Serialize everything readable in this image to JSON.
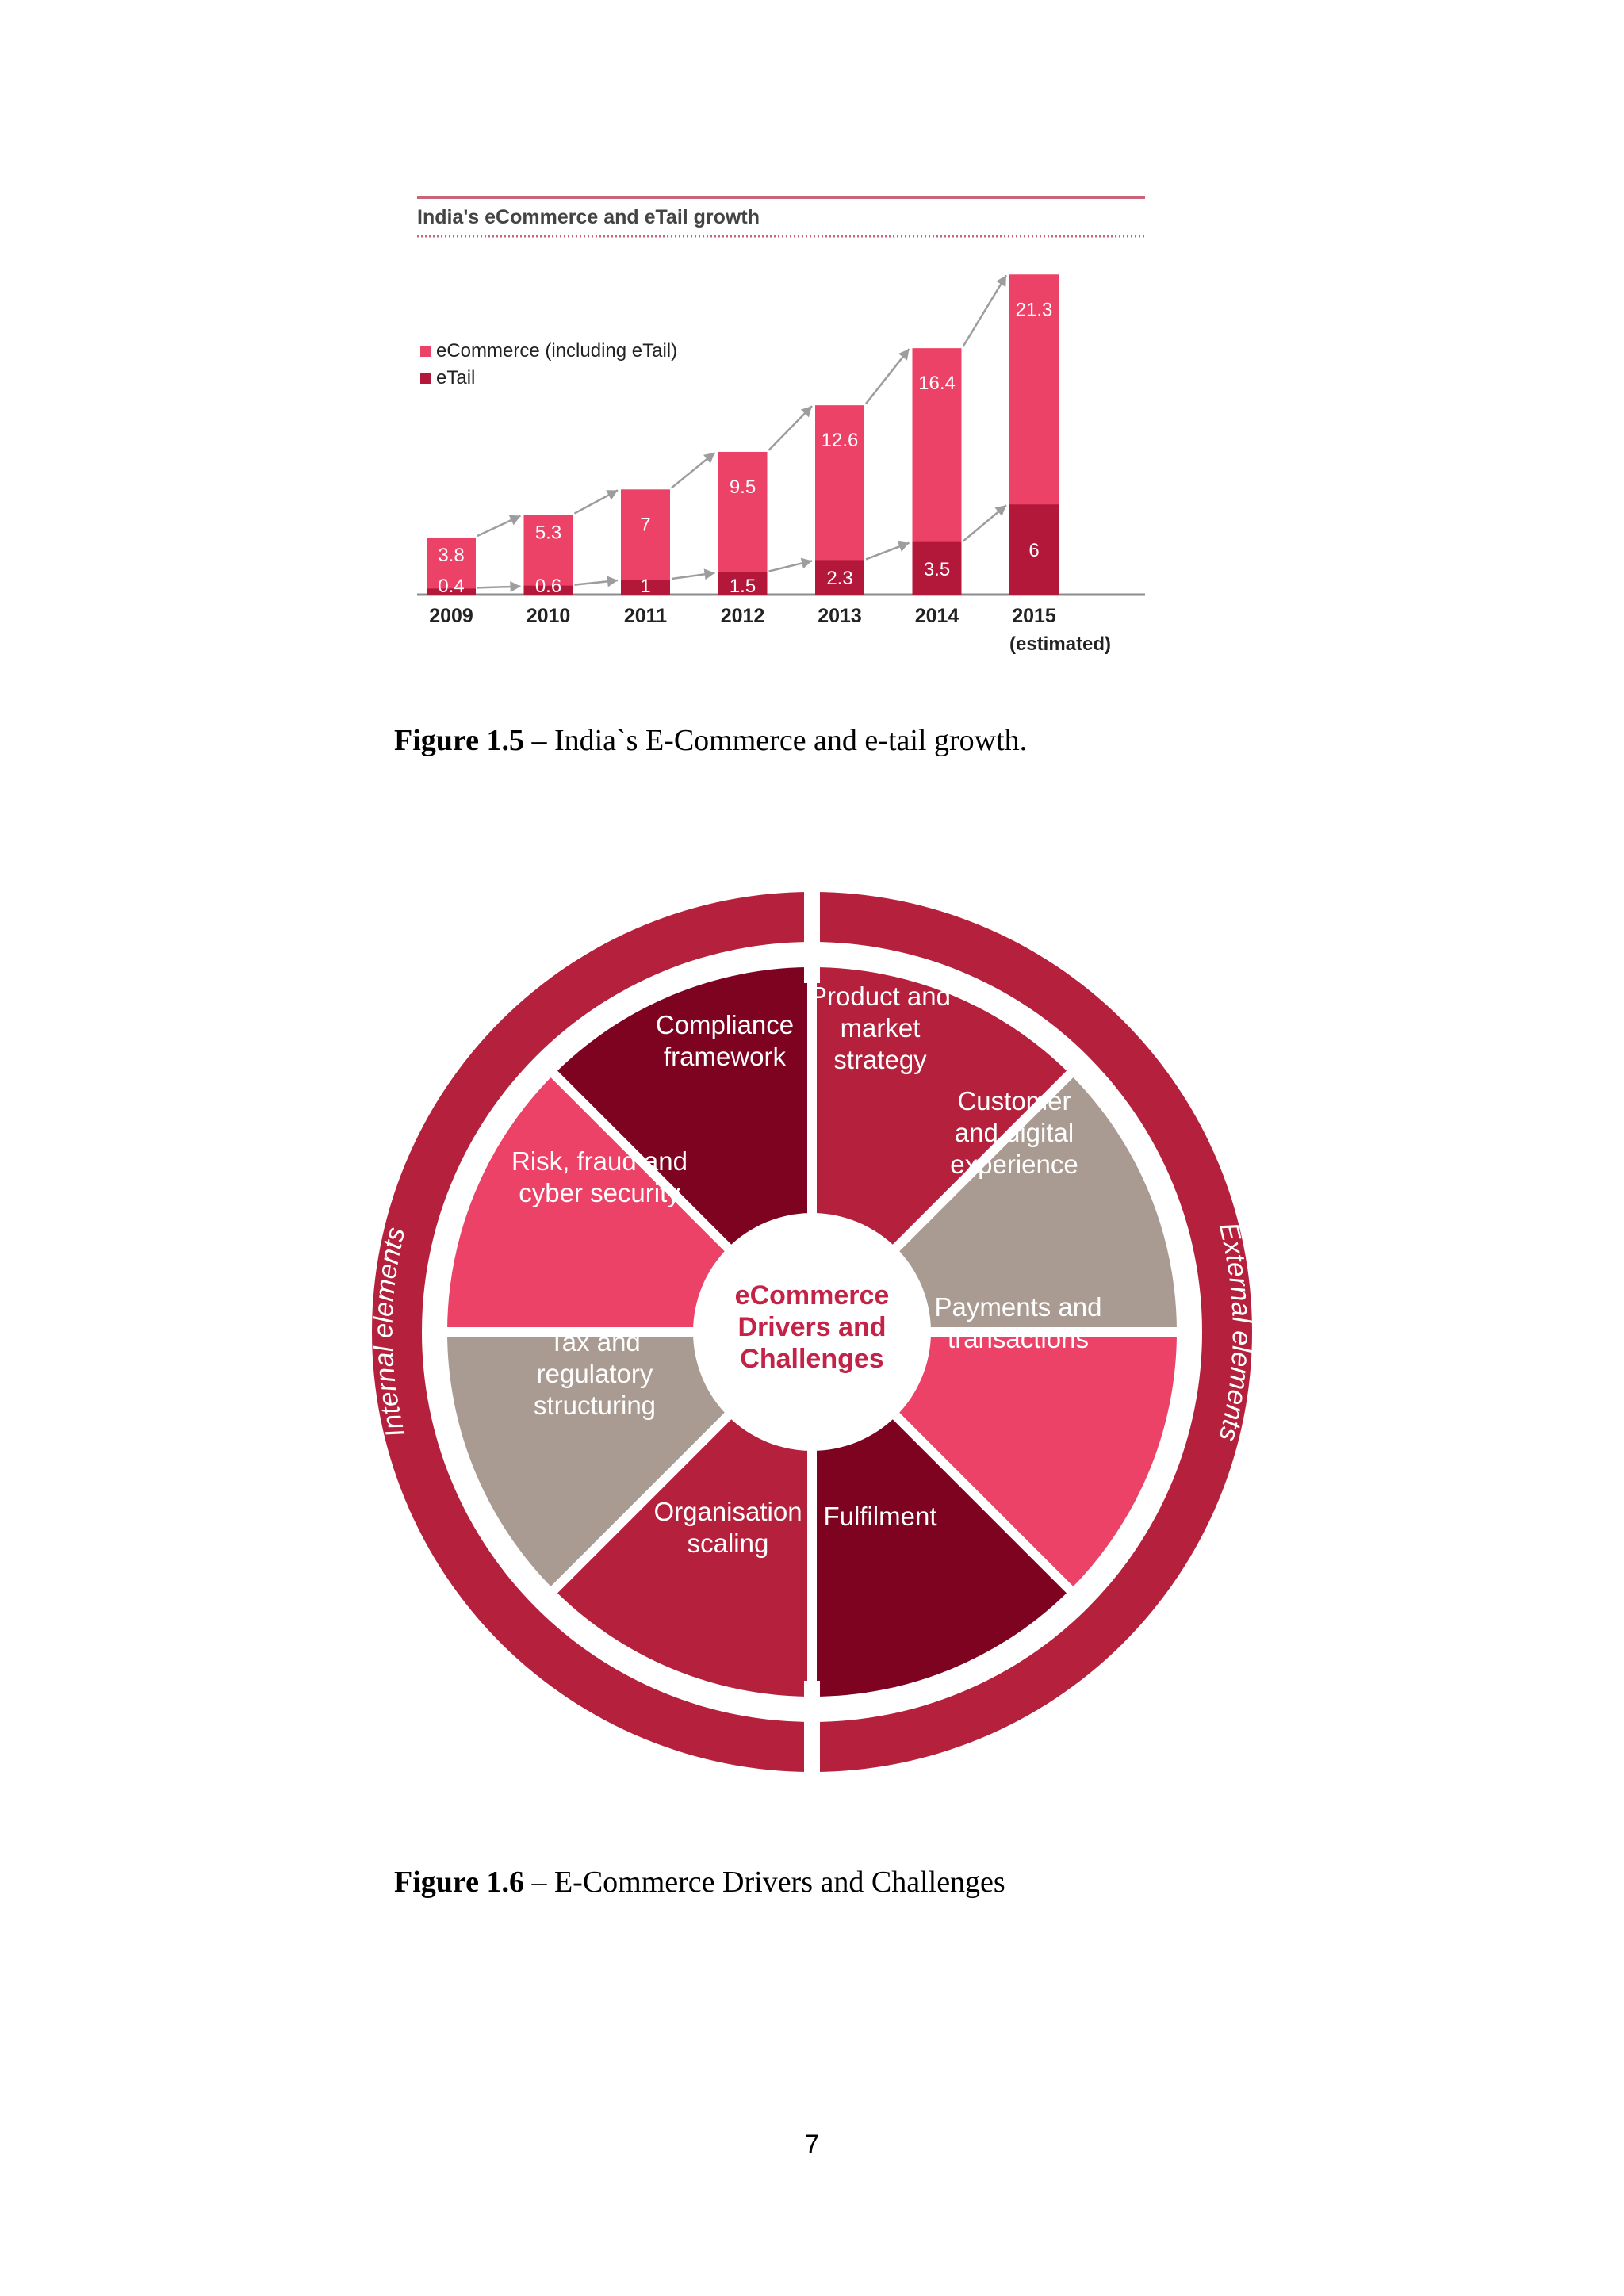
{
  "figure_15": {
    "caption_label": "Figure 1.5",
    "caption_text": " – India`s E-Commerce and e-tail growth."
  },
  "chart_data": {
    "type": "bar",
    "title": "India's eCommerce and eTail growth",
    "categories": [
      "2009",
      "2010",
      "2011",
      "2012",
      "2013",
      "2014",
      "2015"
    ],
    "category_notes": [
      "",
      "",
      "",
      "",
      "",
      "",
      "(estimated)"
    ],
    "series": [
      {
        "name": "eCommerce (including eTail)",
        "values": [
          3.8,
          5.3,
          7,
          9.5,
          12.6,
          16.4,
          21.3
        ],
        "color": "#ed4267"
      },
      {
        "name": "eTail",
        "values": [
          0.4,
          0.6,
          1,
          1.5,
          2.3,
          3.5,
          6
        ],
        "color": "#b3173a"
      }
    ],
    "ylim": [
      0,
      22
    ],
    "legend_position": "top-left",
    "grid": false,
    "colors": {
      "title_rule": "#c9657a",
      "arrows": "#9d9d9d",
      "axis": "#8c8c8c"
    }
  },
  "figure_16": {
    "caption_label": "Figure 1.6",
    "caption_text": " – E-Commerce Drivers and Challenges",
    "center_label": [
      "eCommerce",
      "Drivers and",
      "Challenges"
    ],
    "ring_left_label": "Internal elements",
    "ring_right_label": "External elements",
    "segments": [
      {
        "lines": [
          "Product and",
          "market",
          "strategy"
        ],
        "color": "#b5203c"
      },
      {
        "lines": [
          "Customer",
          "and digital",
          "experience"
        ],
        "color": "#a99b91"
      },
      {
        "lines": [
          "Payments and",
          "transactions"
        ],
        "color": "#ed4267"
      },
      {
        "lines": [
          "Fulfilment"
        ],
        "color": "#7d0320"
      },
      {
        "lines": [
          "Organisation",
          "scaling"
        ],
        "color": "#b5203c"
      },
      {
        "lines": [
          "Tax and",
          "regulatory",
          "structuring"
        ],
        "color": "#a99b91"
      },
      {
        "lines": [
          "Risk, fraud and",
          "cyber security"
        ],
        "color": "#ed4267"
      },
      {
        "lines": [
          "Compliance",
          "framework"
        ],
        "color": "#7d0320"
      }
    ],
    "colors": {
      "ring": "#b5203c",
      "center_text": "#c42348"
    }
  },
  "page": {
    "number": "7"
  }
}
